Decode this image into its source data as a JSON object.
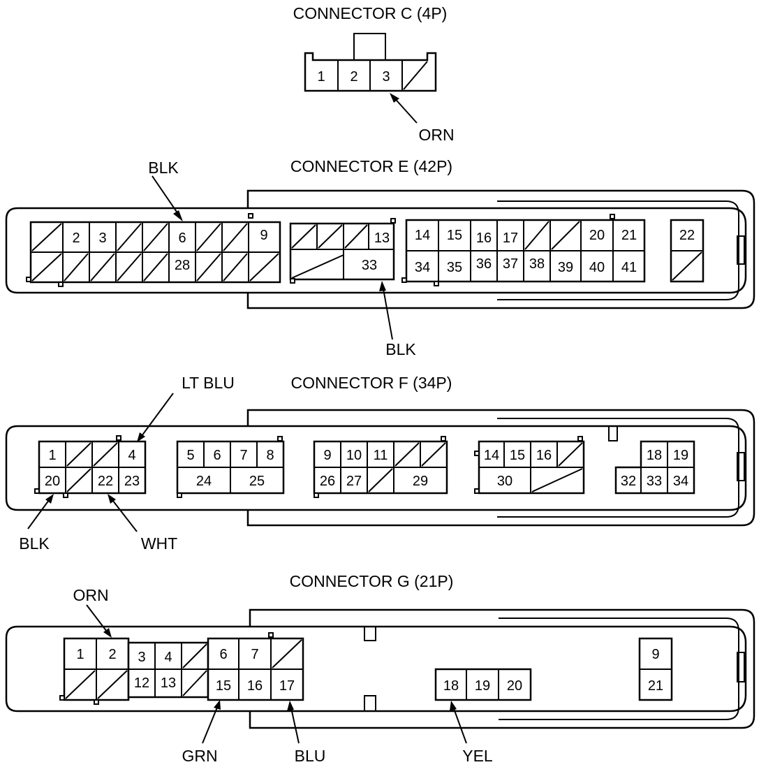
{
  "connector_c": {
    "title": "CONNECTOR C (4P)",
    "pins": [
      "1",
      "2",
      "3"
    ],
    "wires": [
      {
        "pin": "3",
        "color": "ORN"
      }
    ]
  },
  "connector_e": {
    "title": "CONNECTOR E (42P)",
    "pins": [
      "2",
      "3",
      "6",
      "9",
      "13",
      "14",
      "15",
      "16",
      "17",
      "20",
      "21",
      "22",
      "28",
      "33",
      "34",
      "35",
      "36",
      "37",
      "38",
      "39",
      "40",
      "41"
    ],
    "wires": [
      {
        "pin": "6",
        "color": "BLK"
      },
      {
        "pin": "33",
        "color": "BLK"
      }
    ]
  },
  "connector_f": {
    "title": "CONNECTOR F (34P)",
    "pins": [
      "1",
      "4",
      "5",
      "6",
      "7",
      "8",
      "9",
      "10",
      "11",
      "14",
      "15",
      "16",
      "18",
      "19",
      "20",
      "22",
      "23",
      "24",
      "25",
      "26",
      "27",
      "29",
      "30",
      "32",
      "33",
      "34"
    ],
    "wires": [
      {
        "pin": "4",
        "color": "LT BLU"
      },
      {
        "pin": "20",
        "color": "BLK"
      },
      {
        "pin": "22",
        "color": "WHT"
      }
    ]
  },
  "connector_g": {
    "title": "CONNECTOR G (21P)",
    "pins": [
      "1",
      "2",
      "3",
      "4",
      "6",
      "7",
      "9",
      "12",
      "13",
      "15",
      "16",
      "17",
      "18",
      "19",
      "20",
      "21"
    ],
    "wires": [
      {
        "pin": "2",
        "color": "ORN"
      },
      {
        "pin": "15",
        "color": "GRN"
      },
      {
        "pin": "17",
        "color": "BLU"
      },
      {
        "pin": "18",
        "color": "YEL"
      }
    ]
  }
}
